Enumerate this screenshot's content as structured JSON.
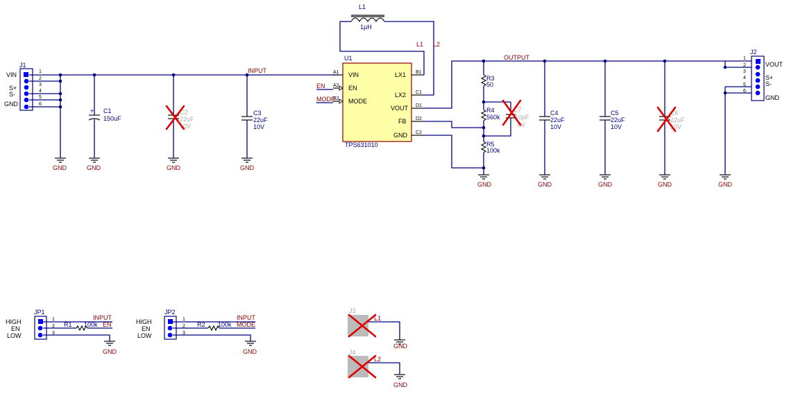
{
  "j1": {
    "ref": "J1",
    "pins": [
      "1",
      "2",
      "3",
      "4",
      "5",
      "6"
    ],
    "labels": [
      "VIN",
      "S+",
      "S-",
      "GND"
    ]
  },
  "j2": {
    "ref": "J2",
    "pins": [
      "1",
      "2",
      "3",
      "4",
      "5",
      "6"
    ],
    "labels": [
      "VOUT",
      "S+",
      "S-",
      "GND"
    ]
  },
  "u1": {
    "ref": "U1",
    "part": "TPS631010",
    "pins_left": [
      {
        "num": "A1",
        "name": "VIN"
      },
      {
        "num": "A2",
        "name": "EN"
      },
      {
        "num": "B2",
        "name": "MODE"
      }
    ],
    "pins_right": [
      {
        "num": "B1",
        "name": "LX1"
      },
      {
        "num": "C1",
        "name": "LX2"
      },
      {
        "num": "D1",
        "name": "VOUT"
      },
      {
        "num": "D2",
        "name": "FB"
      },
      {
        "num": "C2",
        "name": "GND"
      }
    ]
  },
  "l1": {
    "ref": "L1",
    "value": "1µH"
  },
  "nets": {
    "input": "INPUT",
    "output": "OUTPUT",
    "en": "EN",
    "mode": "MODE",
    "l1": "L1",
    "l2": "L2",
    "gnd": "GND"
  },
  "caps": {
    "c1": {
      "ref": "C1",
      "value": "150uF"
    },
    "c2": {
      "ref": "C2",
      "value": "22uF",
      "voltage": "10V",
      "populated": false
    },
    "c3": {
      "ref": "C3",
      "value": "22uF",
      "voltage": "10V"
    },
    "c4": {
      "ref": "C4",
      "value": "22uF",
      "voltage": "10V"
    },
    "c5": {
      "ref": "C5",
      "value": "22uF",
      "voltage": "10V"
    },
    "c6": {
      "ref": "C6",
      "value": "22uF",
      "voltage": "10V",
      "populated": false
    },
    "c7": {
      "ref": "C7",
      "value": "10pF",
      "voltage": "6V",
      "populated": false
    }
  },
  "resistors": {
    "r1": {
      "ref": "R1",
      "value": "100k"
    },
    "r2": {
      "ref": "R2",
      "value": "100k"
    },
    "r3": {
      "ref": "R3",
      "value": "50"
    },
    "r4": {
      "ref": "R4",
      "value": "560k"
    },
    "r5": {
      "ref": "R5",
      "value": "100k"
    }
  },
  "jp1": {
    "ref": "JP1",
    "labels": [
      "HIGH",
      "EN",
      "LOW"
    ],
    "pins": [
      "1",
      "2",
      "3"
    ],
    "net_top": "INPUT",
    "net_mid": "EN"
  },
  "jp2": {
    "ref": "JP2",
    "labels": [
      "HIGH",
      "EN",
      "LOW"
    ],
    "pins": [
      "1",
      "2",
      "3"
    ],
    "net_top": "INPUT",
    "net_mid": "MODE"
  },
  "j3": {
    "ref": "J3",
    "net": "L1"
  },
  "j4": {
    "ref": "J4",
    "net": "L2"
  },
  "colors": {
    "wire": "#000080",
    "net_label": "#8b0000",
    "chip_fill": "#ffffa8",
    "dnp_mark": "#e00000"
  }
}
